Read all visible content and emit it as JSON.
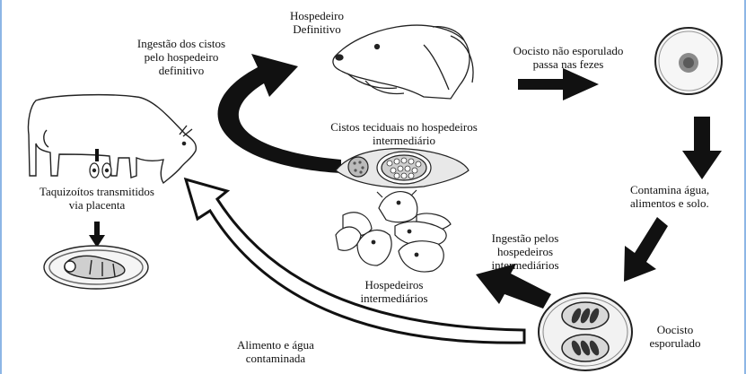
{
  "labels": {
    "definitive_host": {
      "line1": "Hospedeiro",
      "line2": "Definitivo"
    },
    "cyst_ingestion": {
      "line1": "Ingestão dos cistos",
      "line2": "pelo hospedeiro",
      "line3": "definitivo"
    },
    "unsporulated_oocyst": {
      "line1": "Oocisto não esporulado",
      "line2": "passa nas fezes"
    },
    "tissue_cysts": {
      "line1": "Cistos teciduais no hospedeiros",
      "line2": "intermediário"
    },
    "contamination": {
      "line1": "Contamina água,",
      "line2": "alimentos e solo."
    },
    "tachyzoites": {
      "line1": "Taquizoítos transmitidos",
      "line2": "via placenta"
    },
    "intermediate_ingestion": {
      "line1": "Ingestão pelos",
      "line2": "hospedeiros",
      "line3": "intermediários"
    },
    "intermediate_hosts": {
      "line1": "Hospedeiros",
      "line2": "intermediários"
    },
    "sporulated_oocyst": {
      "line1": "Oocisto",
      "line2": "esporulado"
    },
    "contaminated_food": {
      "line1": "Alimento e água",
      "line2": "contaminada"
    }
  },
  "colors": {
    "ink": "#111111",
    "frame": "#8db6e6",
    "background": "#ffffff"
  }
}
